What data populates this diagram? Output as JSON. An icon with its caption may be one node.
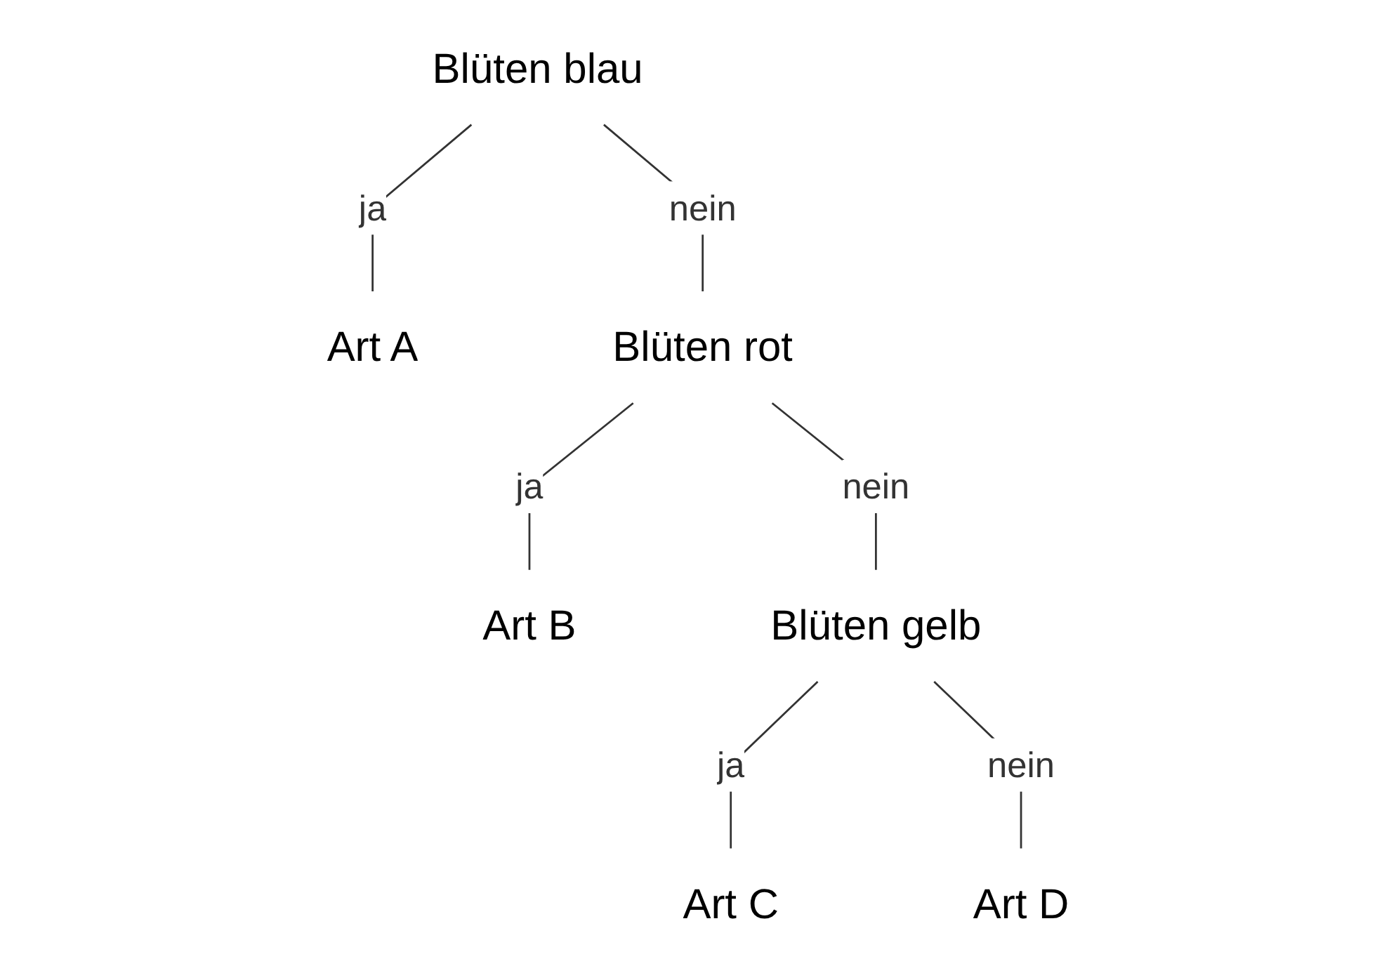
{
  "diagram": {
    "nodes": [
      {
        "text": [
          "Blüten blau"
        ]
      },
      {
        "text": [
          "Art A"
        ]
      },
      {
        "text": [
          "Blüten rot"
        ]
      },
      {
        "text": [
          "Art B"
        ]
      },
      {
        "text": [
          "Blüten gelb"
        ]
      },
      {
        "text": [
          "Art C"
        ]
      },
      {
        "text": [
          "Art D"
        ]
      }
    ],
    "edges": [
      {
        "from": 0,
        "to": 1,
        "arrow": "none",
        "label": "ja"
      },
      {
        "from": 0,
        "to": 2,
        "arrow": "none",
        "label": "nein"
      },
      {
        "from": 2,
        "to": 3,
        "arrow": "none",
        "label": "ja"
      },
      {
        "from": 2,
        "to": 4,
        "arrow": "none",
        "label": "nein"
      },
      {
        "from": 4,
        "to": 5,
        "arrow": "none",
        "label": "ja"
      },
      {
        "from": 4,
        "to": 6,
        "arrow": "none",
        "label": "nein"
      }
    ]
  }
}
